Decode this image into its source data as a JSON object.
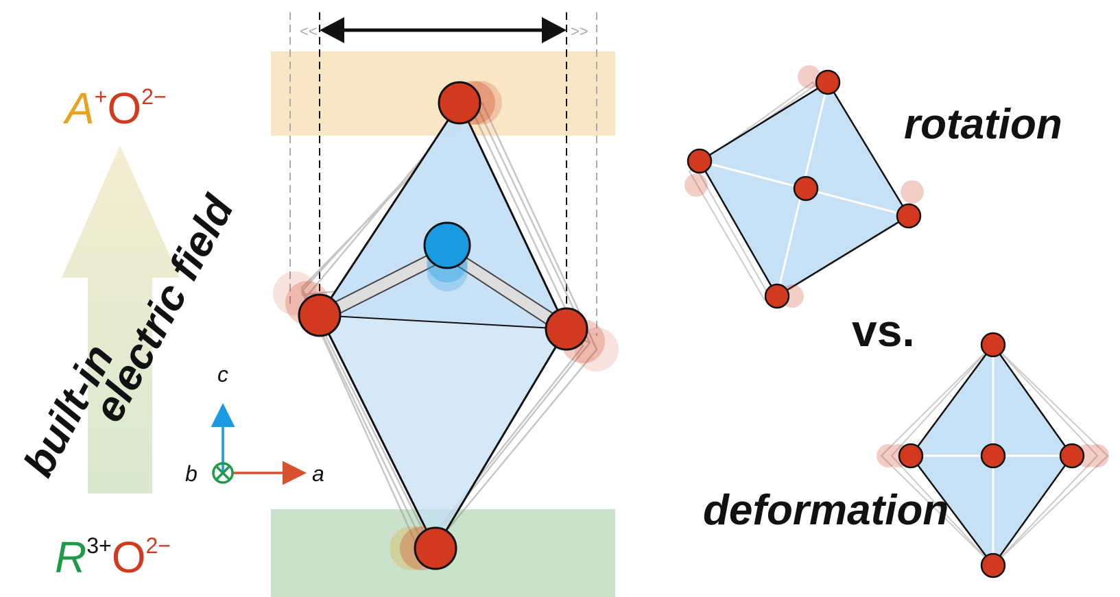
{
  "labels": {
    "top_layer_A": "A",
    "top_layer_A_charge": "+",
    "top_layer_O": "O",
    "top_layer_O_charge": "2−",
    "bottom_layer_R": "R",
    "bottom_layer_R_charge": "3+",
    "bottom_layer_O": "O",
    "bottom_layer_O_charge": "2−",
    "field_line1": "built-in",
    "field_line2": "electric field",
    "axis_c": "c",
    "axis_a": "a",
    "axis_b": "b",
    "rotation": "rotation",
    "vs": "vs.",
    "deformation": "deformation"
  },
  "colors": {
    "A_layer": "#f8e6c4",
    "R_layer": "#c9e2c9",
    "octahedron_fill": "#c6e0f5",
    "oxygen": "#d13a1f",
    "cation": "#1a9ae0",
    "A_text": "#e8a21e",
    "R_text": "#1e9a49",
    "O_text": "#d13a1f",
    "axis_c": "#1a9ae0",
    "axis_a": "#d8502c",
    "axis_b": "#1e9a49"
  },
  "icons": {
    "double_arrow": "double-headed-arrow-icon",
    "b_axis": "circled-times-icon"
  }
}
